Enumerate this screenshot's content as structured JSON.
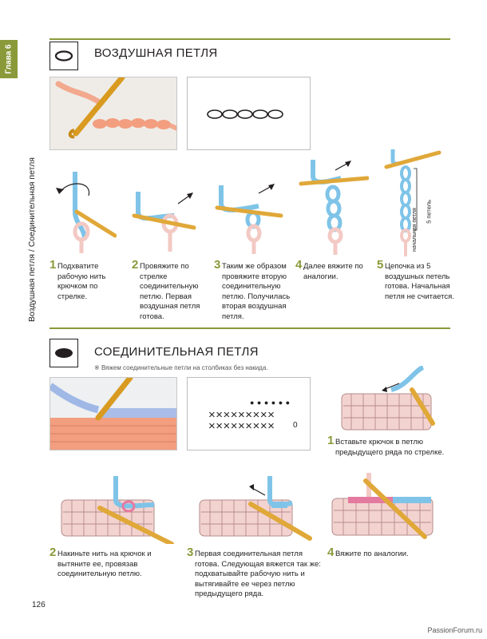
{
  "chapter": {
    "tab_label": "Глава 6",
    "running_head": "Воздушная петля / Соединительная петля"
  },
  "section1": {
    "title": "ВОЗДУШНАЯ ПЕТЛЯ",
    "steps": [
      {
        "num": "1",
        "text": "Подхватите рабочую нить крючком по стрелке."
      },
      {
        "num": "2",
        "text": "Провяжите по стрелке соединительную петлю. Первая воздушная петля готова."
      },
      {
        "num": "3",
        "text": "Таким же образом провяжите вторую соединительную петлю. Получилась вторая воздушная петля."
      },
      {
        "num": "4",
        "text": "Далее вяжите по аналогии."
      },
      {
        "num": "5",
        "text": "Цепочка из 5 воздушных петель готова. Начальная петля не считается."
      }
    ],
    "labels": {
      "five_loops": "5 петель",
      "initial_loop": "начальная петля"
    }
  },
  "section2": {
    "title": "СОЕДИНИТЕЛЬНАЯ ПЕТЛЯ",
    "note_mark": "※",
    "note": "Вяжем соединительные петли на столбиках без накида.",
    "chart": {
      "row_top": "● ● ● ● ● ●",
      "row_bottom": "×××××××××",
      "end_mark": "0"
    },
    "steps": [
      {
        "num": "1",
        "text": "Вставьте крючок в петлю предыдущего ряда по стрелке."
      },
      {
        "num": "2",
        "text": "Накиньте нить на крючок и вытяните ее, провязав соединительную петлю."
      },
      {
        "num": "3",
        "text": "Первая соединительная петля готова. Следующая вяжется так же: подхватывайте рабочую нить и вытягивайте ее через петлю предыдущего ряда."
      },
      {
        "num": "4",
        "text": "Вяжите по аналогии."
      }
    ]
  },
  "page": {
    "number": "126",
    "watermark": "PassionForum.ru"
  },
  "colors": {
    "accent": "#8a9a3a",
    "yarn_blue": "#7fc4e8",
    "yarn_pink": "#f3c9c4",
    "hook": "#e0a838"
  }
}
